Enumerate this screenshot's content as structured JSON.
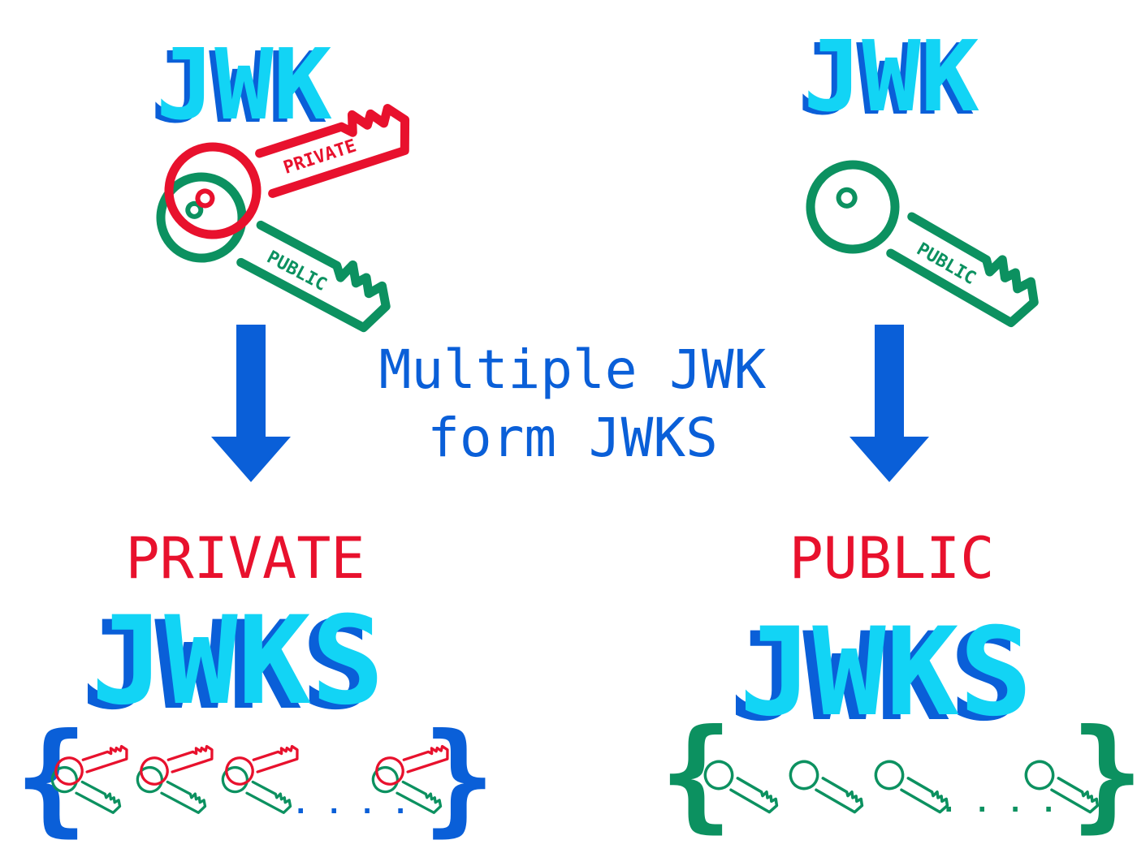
{
  "colors": {
    "cyan": "#12D4F5",
    "blue": "#0A5FD8",
    "red": "#E8112D",
    "green": "#0C9160",
    "white": "#FFFFFF"
  },
  "left": {
    "heading": "JWK",
    "private_tag": "PRIVATE",
    "public_tag": "PUBLIC",
    "group_label": "PRIVATE",
    "set_title": "JWKS",
    "ellipsis": ". . . ."
  },
  "right": {
    "heading": "JWK",
    "public_tag": "PUBLIC",
    "group_label": "PUBLIC",
    "set_title": "JWKS",
    "ellipsis": ". . . ."
  },
  "center": {
    "line1": "Multiple JWK",
    "line2": "form JWKS"
  },
  "brace": {
    "open": "{",
    "close": "}"
  },
  "icons": {
    "private_key": "private-key-icon",
    "public_key": "public-key-icon",
    "arrow": "arrow-down-icon"
  }
}
